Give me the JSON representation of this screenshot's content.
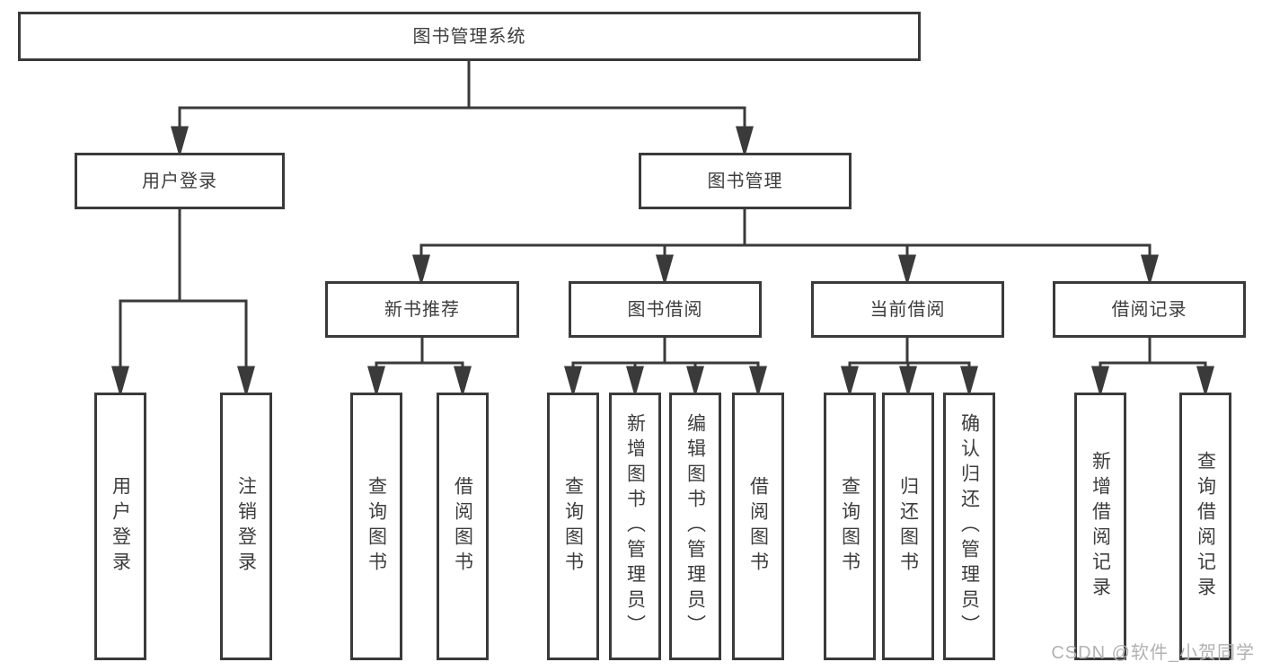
{
  "colors": {
    "background": "#ffffff",
    "line": "#3a3a3a",
    "box_border": "#3a3a3a",
    "text": "#3d3d3d",
    "watermark": "#b2b2b2"
  },
  "nodes": {
    "root": "图书管理系统",
    "level1": [
      "用户登录",
      "图书管理"
    ],
    "level2": [
      "新书推荐",
      "图书借阅",
      "当前借阅",
      "借阅记录"
    ],
    "leaves": [
      "用户登录",
      "注销登录",
      "查询图书",
      "借阅图书",
      "查询图书",
      "新增图书（管理员）",
      "编辑图书（管理员）",
      "借阅图书",
      "查询图书",
      "归还图书",
      "确认归还（管理员）",
      "新增借阅记录",
      "查询借阅记录"
    ]
  },
  "watermark": "CSDN @软件_小贺同学"
}
